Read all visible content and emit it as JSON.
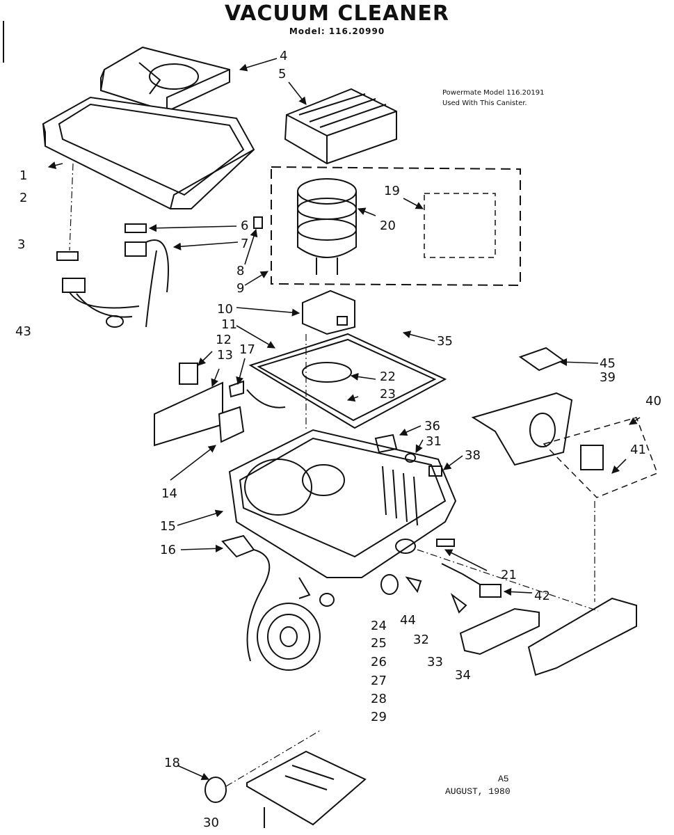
{
  "title": "VACUUM CLEANER",
  "model": "Model: 116.20990",
  "note": {
    "line1": "Powermate Model 116.20191",
    "line2": "Used With This Canister."
  },
  "footer": {
    "page": "A5",
    "date": "AUGUST, 1980"
  },
  "callouts": [
    "1",
    "2",
    "3",
    "4",
    "5",
    "6",
    "7",
    "8",
    "9",
    "10",
    "11",
    "12",
    "13",
    "14",
    "15",
    "16",
    "17",
    "18",
    "19",
    "20",
    "21",
    "22",
    "23",
    "24",
    "25",
    "26",
    "27",
    "28",
    "29",
    "30",
    "31",
    "32",
    "33",
    "34",
    "35",
    "36",
    "38",
    "39",
    "40",
    "41",
    "42",
    "43",
    "44",
    "45"
  ]
}
